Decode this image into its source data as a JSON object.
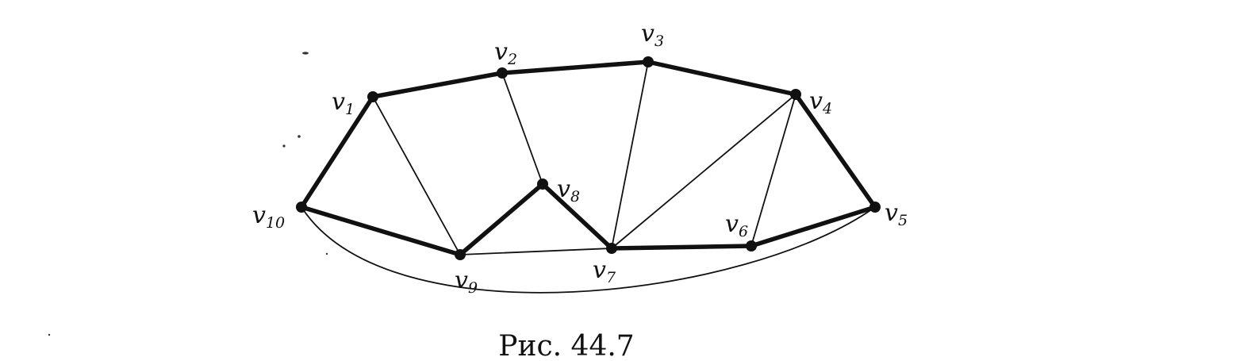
{
  "caption": "Рис. 44.7",
  "vertices": [
    {
      "id": "v1",
      "letter": "v",
      "sub": "1"
    },
    {
      "id": "v2",
      "letter": "v",
      "sub": "2"
    },
    {
      "id": "v3",
      "letter": "v",
      "sub": "3"
    },
    {
      "id": "v4",
      "letter": "v",
      "sub": "4"
    },
    {
      "id": "v5",
      "letter": "v",
      "sub": "5"
    },
    {
      "id": "v6",
      "letter": "v",
      "sub": "6"
    },
    {
      "id": "v7",
      "letter": "v",
      "sub": "7"
    },
    {
      "id": "v8",
      "letter": "v",
      "sub": "8"
    },
    {
      "id": "v9",
      "letter": "v",
      "sub": "9"
    },
    {
      "id": "v10",
      "letter": "v",
      "sub": "10"
    }
  ],
  "edges": [
    {
      "from": "v1",
      "to": "v2",
      "style": "thick"
    },
    {
      "from": "v2",
      "to": "v3",
      "style": "thick"
    },
    {
      "from": "v3",
      "to": "v4",
      "style": "thick"
    },
    {
      "from": "v4",
      "to": "v5",
      "style": "thick"
    },
    {
      "from": "v5",
      "to": "v6",
      "style": "thick"
    },
    {
      "from": "v6",
      "to": "v7",
      "style": "thick"
    },
    {
      "from": "v7",
      "to": "v8",
      "style": "thick"
    },
    {
      "from": "v8",
      "to": "v9",
      "style": "thick"
    },
    {
      "from": "v9",
      "to": "v10",
      "style": "thick"
    },
    {
      "from": "v10",
      "to": "v1",
      "style": "thick"
    },
    {
      "from": "v1",
      "to": "v9",
      "style": "thin"
    },
    {
      "from": "v2",
      "to": "v8",
      "style": "thin"
    },
    {
      "from": "v3",
      "to": "v7",
      "style": "thin"
    },
    {
      "from": "v4",
      "to": "v7",
      "style": "thin"
    },
    {
      "from": "v4",
      "to": "v6",
      "style": "thin"
    },
    {
      "from": "v9",
      "to": "v7",
      "style": "thin"
    },
    {
      "from": "v10",
      "to": "v5",
      "style": "thin",
      "shape": "arc"
    }
  ]
}
